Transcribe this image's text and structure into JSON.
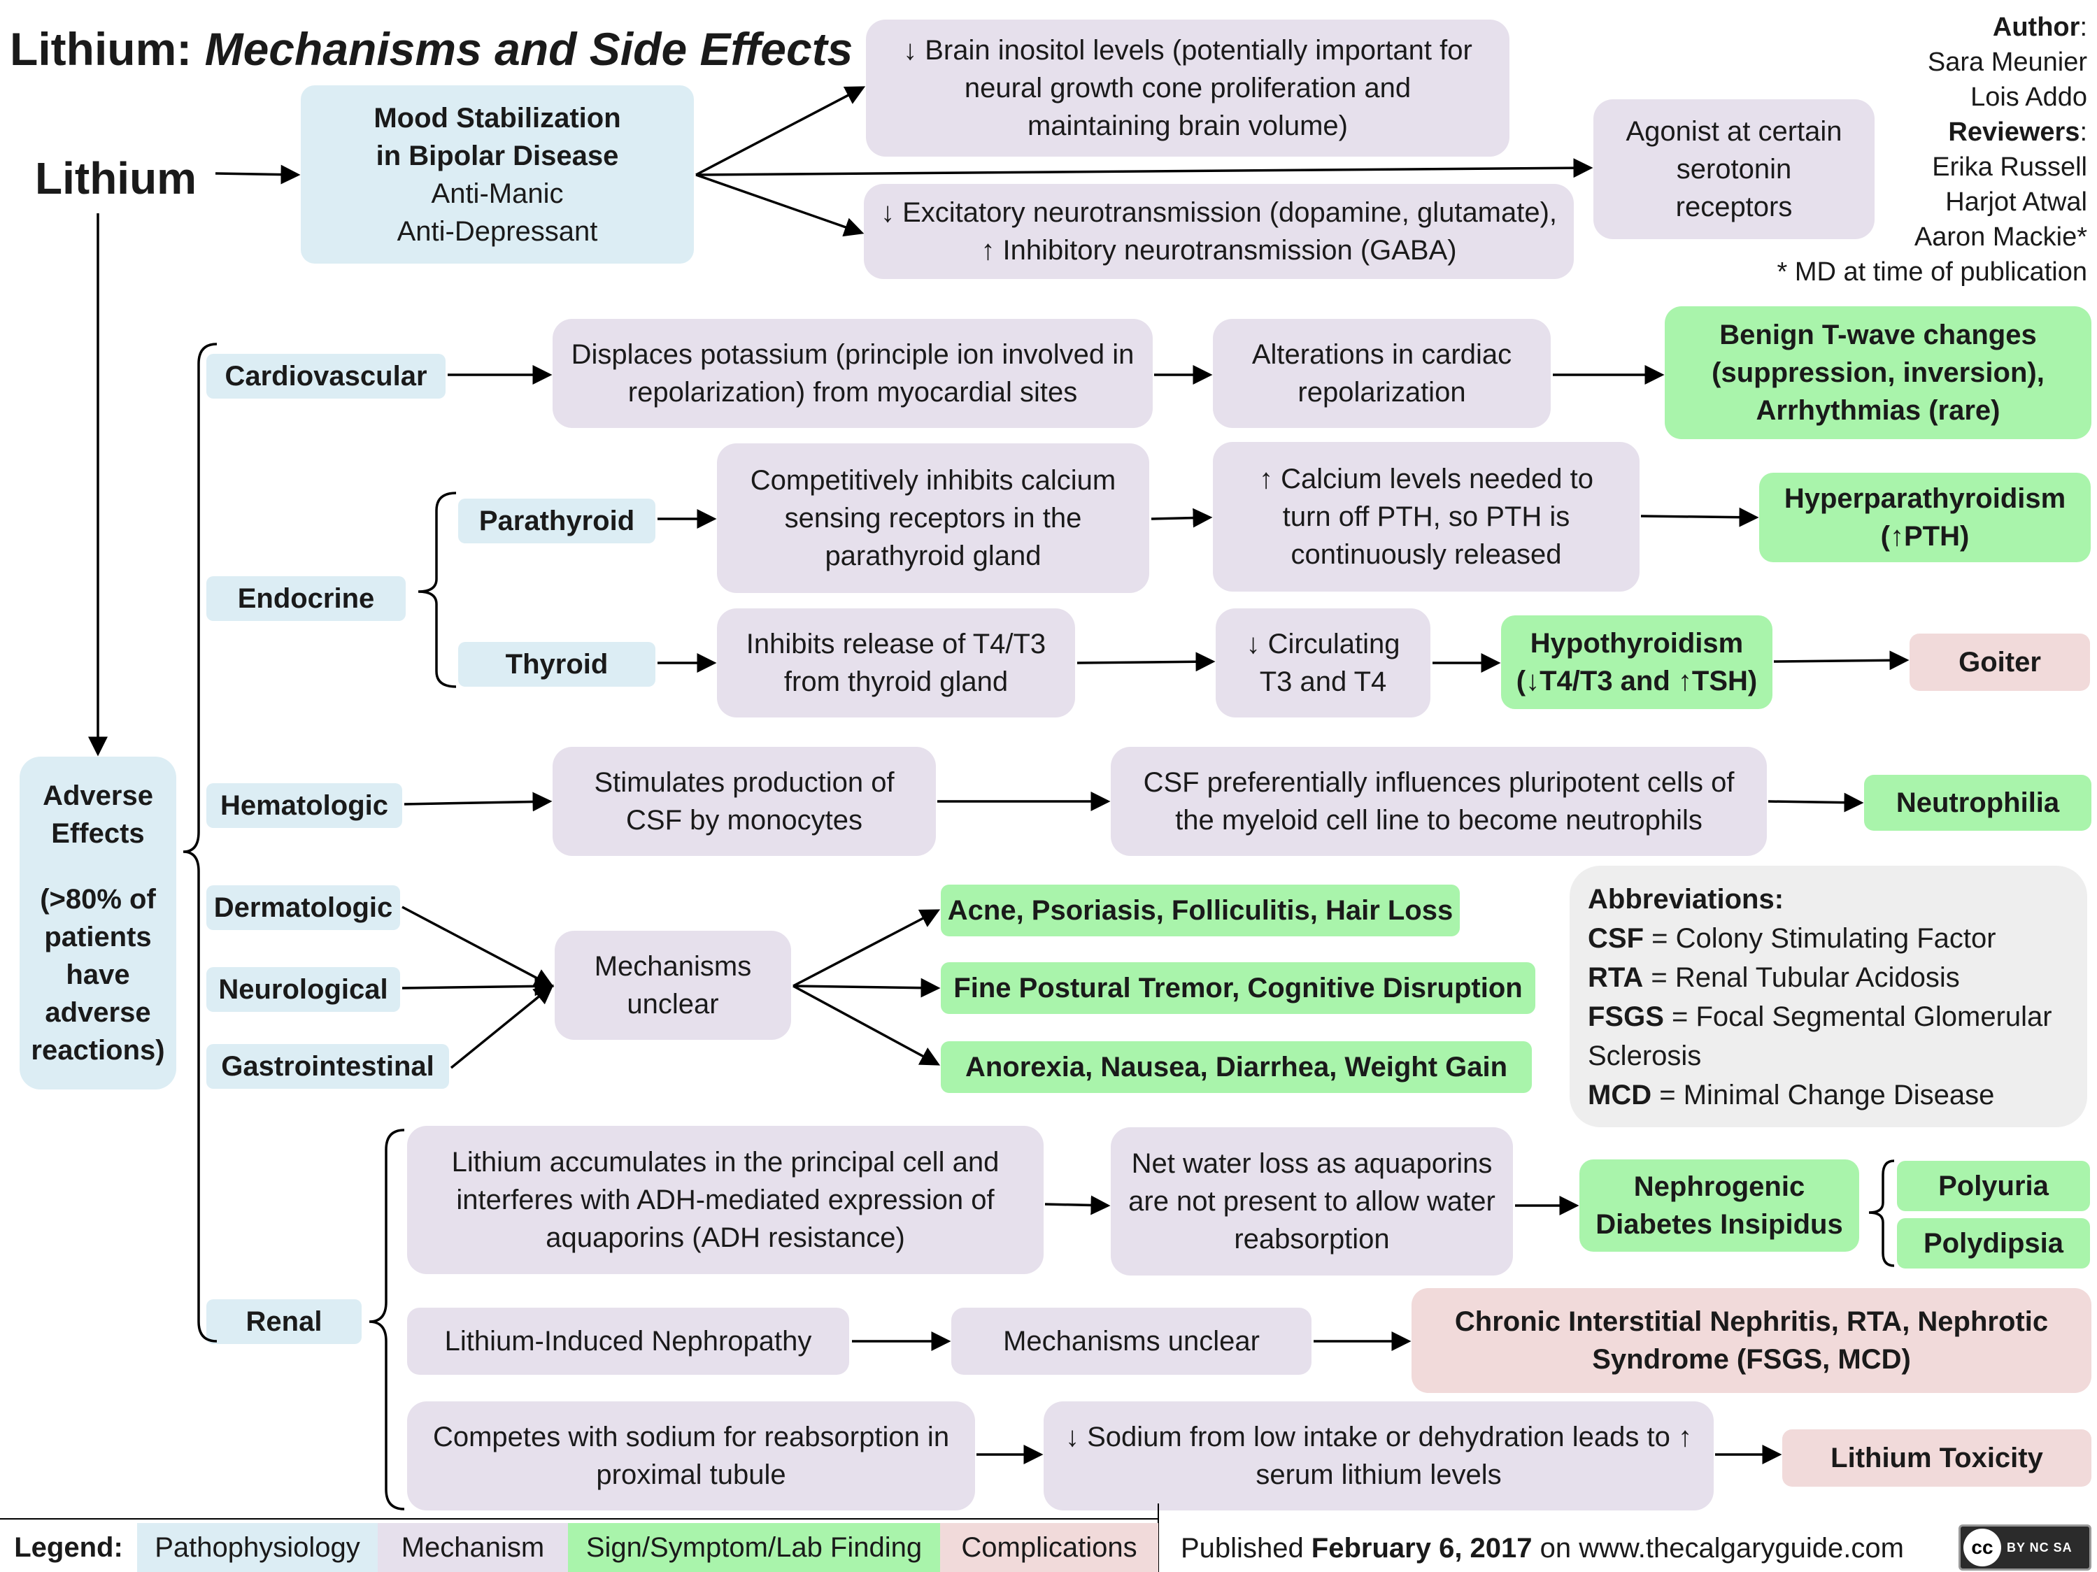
{
  "title": {
    "main": "Lithium:",
    "sub": "Mechanisms and Side Effects"
  },
  "credits": {
    "author_label": "Author",
    "authors": [
      "Sara Meunier",
      "Lois Addo"
    ],
    "reviewers_label": "Reviewers",
    "reviewers": [
      "Erika Russell",
      "Harjot Atwal",
      "Aaron Mackie*"
    ],
    "note": "* MD at time of publication"
  },
  "root": "Lithium",
  "mood": {
    "title1": "Mood Stabilization",
    "title2": "in Bipolar Disease",
    "l1": "Anti-Manic",
    "l2": "Anti-Depressant"
  },
  "inositol": "↓ Brain inositol levels (potentially important for neural growth cone proliferation and maintaining brain volume)",
  "serotonin": "Agonist at certain serotonin receptors",
  "excitatory": "↓ Excitatory neurotransmission (dopamine, glutamate), ↑ Inhibitory neurotransmission (GABA)",
  "adverse": {
    "title1": "Adverse",
    "title2": "Effects",
    "sub": "(>80% of patients have adverse reactions)"
  },
  "systems": {
    "cardiovascular": "Cardiovascular",
    "endocrine": "Endocrine",
    "parathyroid": "Parathyroid",
    "thyroid": "Thyroid",
    "hematologic": "Hematologic",
    "dermatologic": "Dermatologic",
    "neurological": "Neurological",
    "gastrointestinal": "Gastrointestinal",
    "renal": "Renal"
  },
  "cardio": {
    "mech1": "Displaces potassium (principle ion involved in repolarization) from myocardial sites",
    "mech2": "Alterations in cardiac repolarization",
    "sign": "Benign T-wave changes (suppression, inversion), Arrhythmias (rare)"
  },
  "parathyroid": {
    "mech1": "Competitively inhibits calcium sensing receptors in the parathyroid gland",
    "mech2": "↑ Calcium levels needed to turn off PTH, so PTH is continuously released",
    "sign1": "Hyperparathyroidism",
    "sign2": "(↑PTH)"
  },
  "thyroid": {
    "mech1": "Inhibits release of T4/T3 from thyroid gland",
    "mech2": "↓ Circulating T3 and T4",
    "sign1": "Hypothyroidism",
    "sign2": "(↓T4/T3 and ↑TSH)",
    "comp": "Goiter"
  },
  "hematologic": {
    "mech1": "Stimulates production of CSF by monocytes",
    "mech2": "CSF preferentially influences pluripotent cells of the myeloid cell line to become neutrophils",
    "sign": "Neutrophilia"
  },
  "unclear": "Mechanisms unclear",
  "misc_signs": [
    "Acne, Psoriasis, Folliculitis, Hair Loss",
    "Fine Postural Tremor, Cognitive Disruption",
    "Anorexia, Nausea, Diarrhea, Weight Gain"
  ],
  "abbreviations": {
    "title": "Abbreviations:",
    "items": [
      {
        "abbr": "CSF",
        "sep": " = ",
        "def": "Colony Stimulating Factor"
      },
      {
        "abbr": "RTA",
        "sep": " = ",
        "def": "Renal Tubular Acidosis"
      },
      {
        "abbr": "FSGS",
        "sep": " = ",
        "def": "Focal Segmental  Glomerular Sclerosis"
      },
      {
        "abbr": "MCD",
        "sep": " = ",
        "def": "Minimal Change Disease"
      }
    ]
  },
  "renal": {
    "adh_mech": "Lithium accumulates in the principal cell and interferes with ADH-mediated expression of aquaporins (ADH resistance)",
    "water_loss": "Net water loss as aquaporins are not present to allow water reabsorption",
    "ndi": "Nephrogenic Diabetes Insipidus",
    "polyuria": "Polyuria",
    "polydipsia": "Polydipsia",
    "nephropathy": "Lithium-Induced Nephropathy",
    "unclear": "Mechanisms unclear",
    "nephritis": "Chronic Interstitial Nephritis, RTA, Nephrotic Syndrome (FSGS, MCD)",
    "sodium_mech": "Competes with sodium for reabsorption in proximal tubule",
    "sodium_low": "↓ Sodium from low intake or dehydration leads to ↑ serum lithium levels",
    "toxicity": "Lithium Toxicity"
  },
  "legend": {
    "label": "Legend:",
    "items": [
      "Pathophysiology",
      "Mechanism",
      "Sign/Symptom/Lab Finding",
      "Complications"
    ]
  },
  "published": {
    "prefix": "Published ",
    "date": "February 6, 2017",
    "suffix": " on www.thecalgaryguide.com"
  },
  "license": {
    "cc": "cc",
    "text": "BY NC SA"
  },
  "colors": {
    "pathophysiology": "#dcedf4",
    "mechanism": "#e6e0ec",
    "sign": "#a9f4ab",
    "complication": "#f1dada"
  }
}
